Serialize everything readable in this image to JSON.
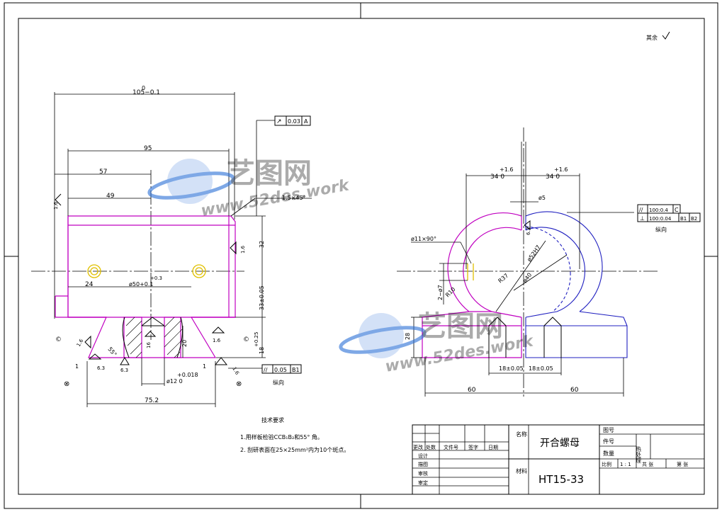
{
  "corner_note": "其余",
  "left_view": {
    "dim_overall_main": "0",
    "dim_overall_tol": "105−0.1",
    "dim_95": "95",
    "dim_57": "57",
    "dim_49": "49",
    "chamfer": "1.5×45°",
    "rough_16_a": "1.6",
    "rough_16_b": "1.6",
    "rough_16_c": "1.6",
    "rough_16_d": "1.6",
    "rough_16_e": "1.6",
    "rough_16_f": "1.6",
    "rough_63_a": "6.3",
    "rough_63_b": "6.3",
    "dim_32": "32",
    "dim_33": "33±0.05",
    "dim_24": "24",
    "dim_phi50": "ø50+0.1",
    "dim_phi50_up": "+0.3",
    "dim_025": "+0.25",
    "dim_18": "18",
    "dim_20": "20",
    "dim_phi12": "ø12  0",
    "dim_phi12_tol": "+0.018",
    "dim_55": "55°",
    "dim_1a": "1",
    "dim_1b": "1",
    "dim_752": "75.2",
    "dim_16s": "16",
    "gdt_sym_top": "↗",
    "gdt_val_top": "0.03",
    "gdt_ref_top": "A",
    "gdt_sym_bot": "//",
    "gdt_val_bot": "0.05",
    "gdt_ref_bot": "B1",
    "section_label": "纵向",
    "datum_c": "C"
  },
  "right_view": {
    "dim_34a": "34  0",
    "dim_34a_tol": "+1.6",
    "dim_34b": "34  0",
    "dim_34b_tol": "+1.6",
    "dim_phi5": "ø5",
    "dim_phi11": "ø11×90°",
    "dim_phi52": "ø52H7",
    "dim_phi40": "ø40",
    "dim_r37": "R37",
    "dim_r10": "R10",
    "dim_2phi7": "2−ø7",
    "dim_28": "28",
    "dim_18a": "18±0.05",
    "dim_18b": "18±0.05",
    "dim_60a": "60",
    "dim_60b": "60",
    "rough_63": "6.3",
    "gdt1_sym": "//",
    "gdt1_val": "100:0.4",
    "gdt1_ref": "C",
    "gdt2_sym": "⊥",
    "gdt2_val": "100:0.04",
    "gdt2_ref1": "B1",
    "gdt2_ref2": "B2",
    "section_label": "纵向"
  },
  "notes": {
    "title": "技术要求",
    "line1": "1.用样板检验CCB₁B₂和55° 角。",
    "line2": "2. 刮研表面在25×25mm²内为10个斑点。"
  },
  "titleblock": {
    "name_label": "名称",
    "name_value": "开合螺母",
    "material_label": "材料",
    "material_value": "HT15-33",
    "drawing_no": "图号",
    "part_no": "件号",
    "quantity": "数量",
    "heat_treat": "热处理",
    "scale_label": "比例",
    "scale_value": "1 : 1",
    "total": "共   张",
    "sheet": "第   张",
    "rev_mark": "更改",
    "rev_place": "处数",
    "rev_doc": "文件号",
    "rev_sign": "签字",
    "rev_date": "日期",
    "design": "设计",
    "draw": "描图",
    "check": "审核",
    "approve": "审定"
  },
  "watermark": {
    "cn": "艺图网",
    "url": "www.52des.work"
  },
  "colors": {
    "outline": "#c000c0",
    "hidden": "#2020c0",
    "hole": "#e0c000",
    "watermark": "#2a6fd6"
  }
}
